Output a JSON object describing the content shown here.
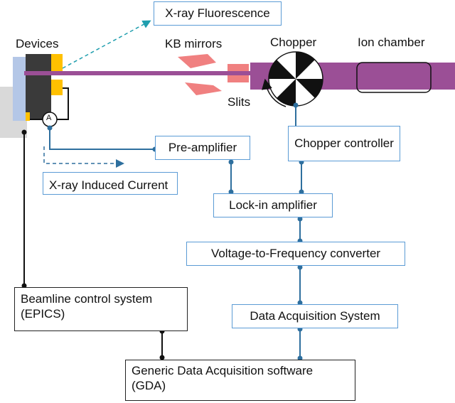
{
  "labels": {
    "devices": "Devices",
    "kb_mirrors": "KB mirrors",
    "chopper": "Chopper",
    "ion_chamber": "Ion chamber",
    "slits": "Slits",
    "ammeter_symbol": "A"
  },
  "boxes": {
    "xrf": "X-ray Fluorescence",
    "preamp": "Pre-amplifier",
    "chopper_controller": "Chopper controller",
    "xray_induced_current": "X-ray Induced Current",
    "lockin": "Lock-in amplifier",
    "vtf": "Voltage-to-Frequency converter",
    "beamline_control": "Beamline control system (EPICS)",
    "das": "Data Acquisition System",
    "gda": "Generic Data Acquisition software (GDA)"
  },
  "colors": {
    "beam": "#9b4f96",
    "mirror": "#f08080",
    "wire_blue": "#2e6f9e",
    "wire_black": "#111111",
    "box_border_blue": "#5b9bd5",
    "device_blue": "#b4c7e7",
    "device_dark": "#3a3a3a",
    "device_yellow": "#ffc000",
    "device_gray": "#d9d9d9",
    "xrf_arrow": "#1f9eae"
  }
}
